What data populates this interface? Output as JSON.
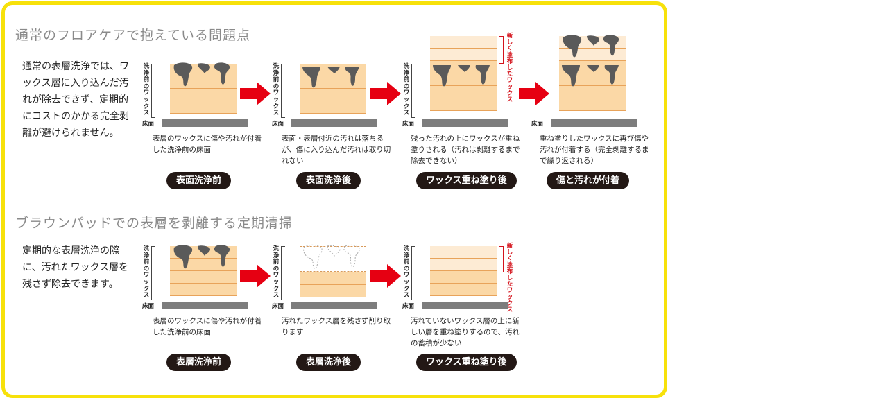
{
  "section1": {
    "title": "通常のフロアケアで抱えている問題点",
    "intro": "通常の表層洗浄では、ワックス層に入り込んだ汚れが除去できず、定期的にコストのかかる完全剥離が避けられません。",
    "side_label": "洗浄前のワックス",
    "floor_label": "床面",
    "new_wax_label": "新しく塗布したワックス",
    "steps": [
      {
        "caption": "表層のワックスに傷や汚れが付着した洗浄前の床面",
        "button": "表面洗浄前"
      },
      {
        "caption": "表面・表層付近の汚れは落ちるが、傷に入り込んだ汚れは取り切れない",
        "button": "表面洗浄後"
      },
      {
        "caption": "残った汚れの上にワックスが重ね塗りされる（汚れは剥離するまで除去できない）",
        "button": "ワックス重ね塗り後"
      },
      {
        "caption": "重ね塗りしたワックスに再び傷や汚れが付着する（完全剥離するまで繰り返される）",
        "button": "傷と汚れが付着"
      }
    ]
  },
  "section2": {
    "title": "ブラウンパッドでの表層を剥離する定期清掃",
    "intro": "定期的な表層洗浄の際に、汚れたワックス層を残さず除去できます。",
    "side_label": "洗浄前のワックス",
    "floor_label": "床面",
    "new_wax_label": "新しく塗布したワックス",
    "steps": [
      {
        "caption": "表層のワックスに傷や汚れが付着した洗浄前の床面",
        "button": "表層洗浄前"
      },
      {
        "caption": "汚れたワックス層を残さず削り取ります",
        "button": "表層洗浄後"
      },
      {
        "caption": "汚れていないワックス層の上に新しい層を重ね塗りするので、汚れの蓄積が少ない",
        "button": "ワックス重ね塗り後"
      }
    ]
  },
  "colors": {
    "frame": "#f7e10a",
    "wax": "#fbd8a6",
    "new_wax": "#fdebd4",
    "stain": "#5a5a5a",
    "floor": "#7d7d7d",
    "arrow": "#e60012",
    "pill": "#231815",
    "accent_red": "#d4121b"
  }
}
